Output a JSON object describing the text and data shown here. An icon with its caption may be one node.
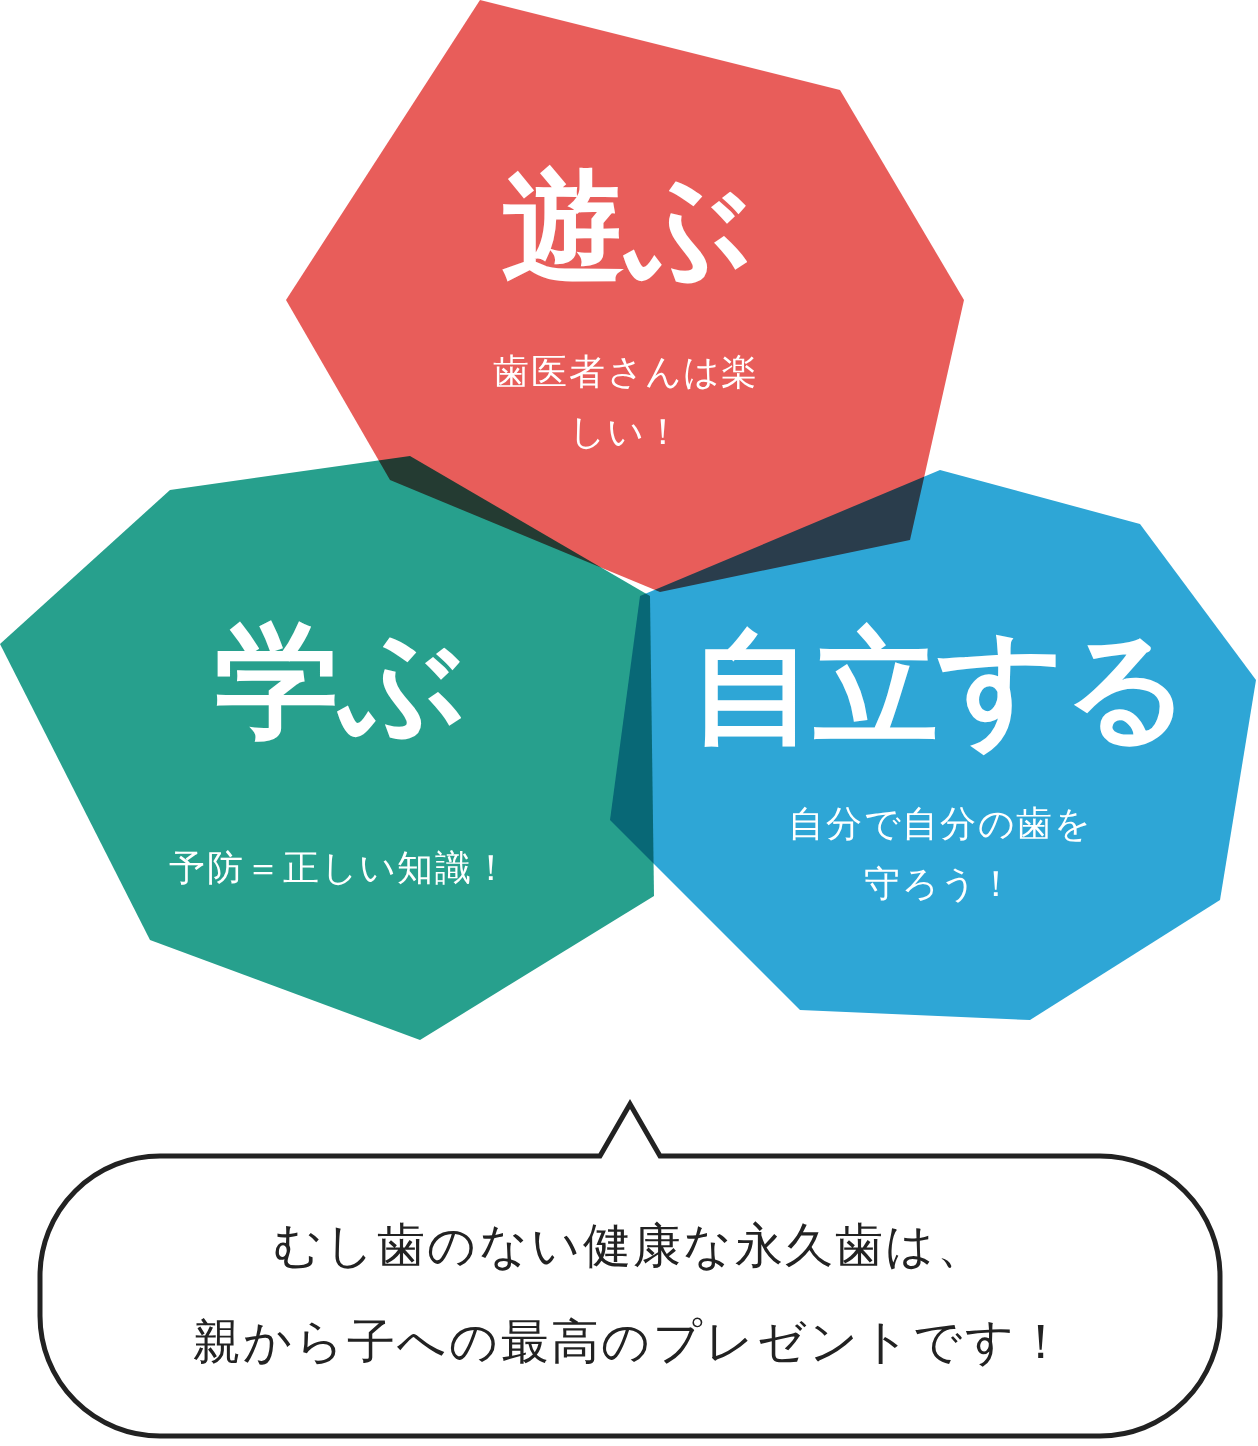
{
  "diagram": {
    "nodes": [
      {
        "text": [
          "遊ぶ",
          "歯医者さんは楽しい！"
        ]
      },
      {
        "text": [
          "学ぶ",
          "予防＝正しい知識！"
        ]
      },
      {
        "text": [
          "自立する",
          "自分で自分の歯を守ろう！"
        ]
      },
      {
        "text": [
          "むし歯のない健康な永久歯は、親から子への最高のプレゼントです！"
        ]
      }
    ]
  }
}
